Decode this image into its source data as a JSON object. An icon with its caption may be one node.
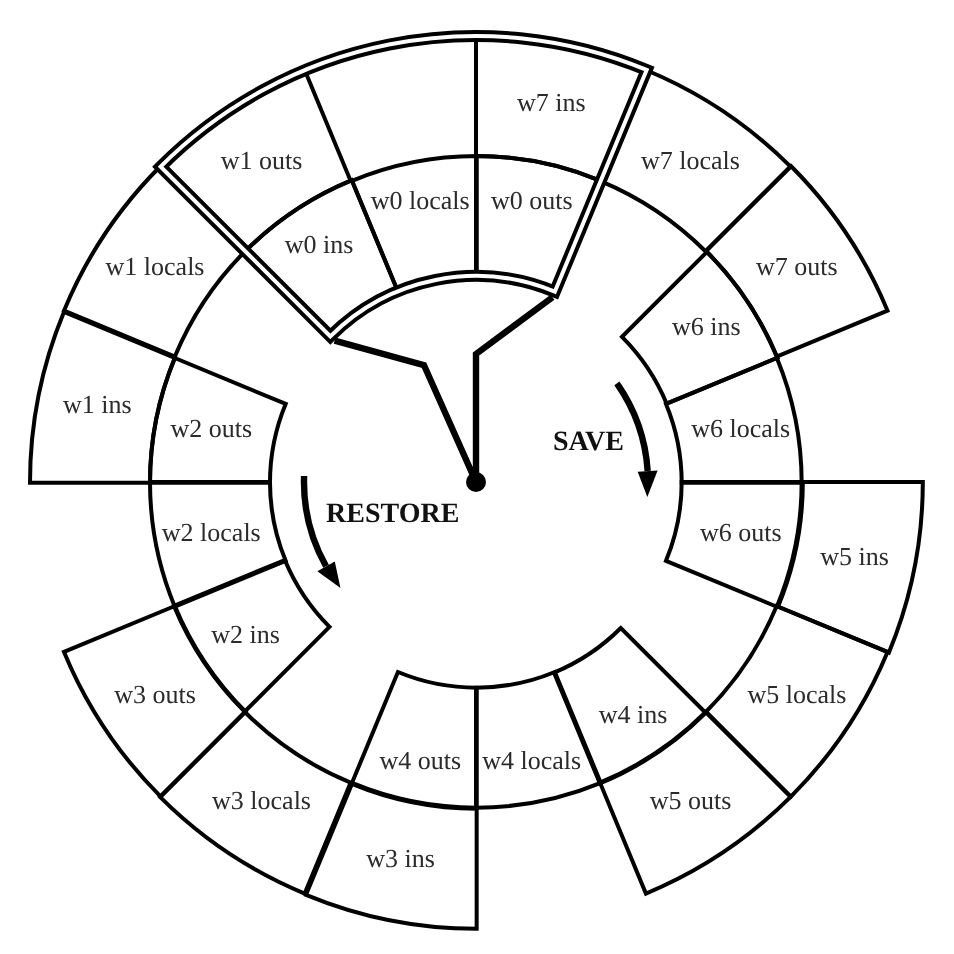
{
  "diagram": {
    "nodes": [
      {
        "text": [
          "w1 outs"
        ]
      },
      {
        "text": [
          "w0 ins"
        ]
      },
      {
        "text": [
          "w0 locals"
        ]
      },
      {
        "text": [
          "w7 ins"
        ]
      },
      {
        "text": [
          "w0 outs"
        ]
      },
      {
        "text": [
          "w7 locals"
        ]
      },
      {
        "text": [
          "w7 outs"
        ]
      },
      {
        "text": [
          "w6 ins"
        ]
      },
      {
        "text": [
          "w6 locals"
        ]
      },
      {
        "text": [
          "w5 ins"
        ]
      },
      {
        "text": [
          "w6 outs"
        ]
      },
      {
        "text": [
          "w5 locals"
        ]
      },
      {
        "text": [
          "w5 outs"
        ]
      },
      {
        "text": [
          "w4 ins"
        ]
      },
      {
        "text": [
          "w4 locals"
        ]
      },
      {
        "text": [
          "w3 ins"
        ]
      },
      {
        "text": [
          "w4 outs"
        ]
      },
      {
        "text": [
          "w3 locals"
        ]
      },
      {
        "text": [
          "w3 outs"
        ]
      },
      {
        "text": [
          "w2 ins"
        ]
      },
      {
        "text": [
          "w2 locals"
        ]
      },
      {
        "text": [
          "w1 ins"
        ]
      },
      {
        "text": [
          "w2 outs"
        ]
      },
      {
        "text": [
          "w1 locals"
        ]
      }
    ],
    "labels": [
      "SAVE",
      "RESTORE"
    ]
  }
}
